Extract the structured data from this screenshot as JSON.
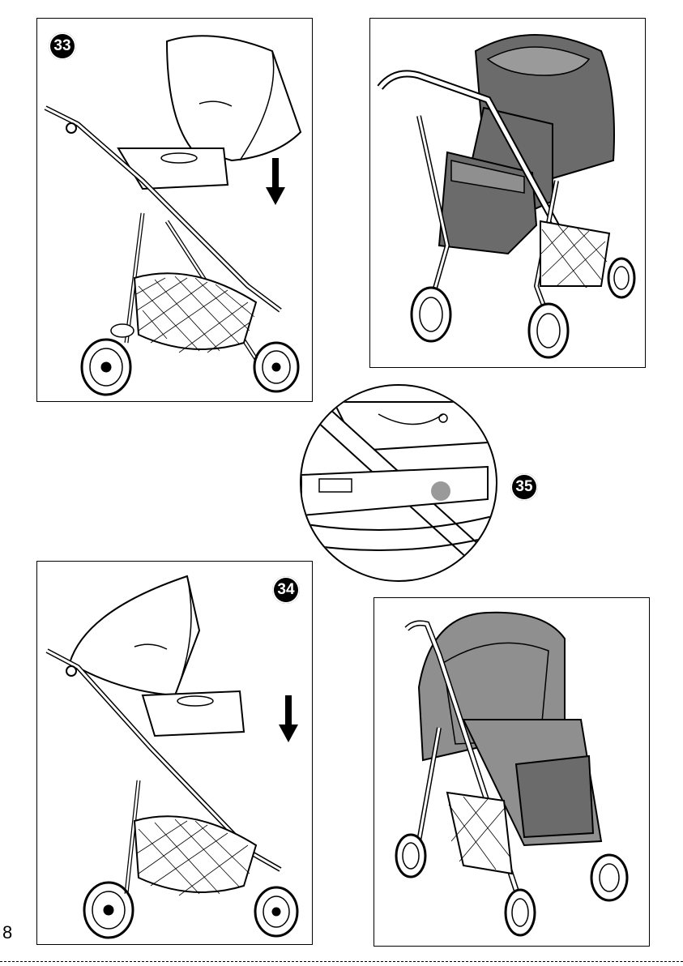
{
  "page": {
    "number": "8"
  },
  "steps": {
    "step33": {
      "label": "33"
    },
    "step34": {
      "label": "34"
    },
    "step35": {
      "label": "35"
    }
  },
  "colors": {
    "fabric": "#6b6b6b",
    "fabric_light": "#8f8f8f",
    "highlight_dot": "#9a9a9a",
    "line": "#000000"
  },
  "icons": [
    "down-arrow-icon"
  ]
}
